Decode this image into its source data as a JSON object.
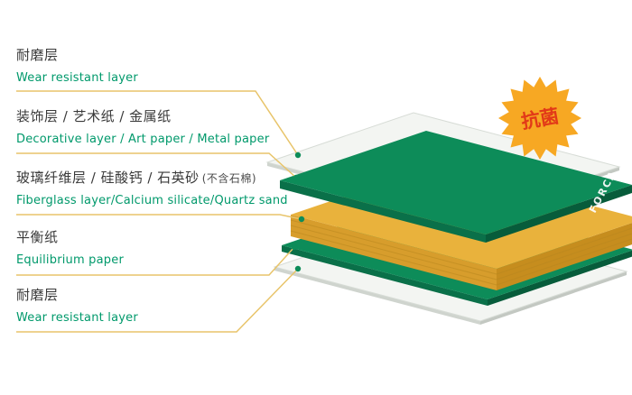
{
  "badge": {
    "label": "抗菌"
  },
  "brand": {
    "name": "FORCA"
  },
  "labels": [
    {
      "zh": "耐磨层",
      "note": "",
      "en": "Wear resistant layer"
    },
    {
      "zh": "装饰层 / 艺术纸 / 金属纸",
      "note": "",
      "en": "Decorative layer / Art paper / Metal paper"
    },
    {
      "zh": "玻璃纤维层 / 硅酸钙 / 石英砂",
      "note": "(不含石棉)",
      "en": "Fiberglass layer/Calcium silicate/Quartz sand"
    },
    {
      "zh": "平衡纸",
      "note": "",
      "en": "Equilibrium paper"
    },
    {
      "zh": "耐磨层",
      "note": "",
      "en": "Wear resistant layer"
    }
  ],
  "layers": [
    {
      "name": "wear-resistant-top",
      "color": "#f3f5f2"
    },
    {
      "name": "decorative-layer",
      "color": "#0d8c59"
    },
    {
      "name": "fiberglass-core",
      "color": "#e9b23c"
    },
    {
      "name": "equilibrium-paper",
      "color": "#0d8c59"
    },
    {
      "name": "wear-resistant-bottom",
      "color": "#f3f5f2"
    }
  ],
  "colors": {
    "label_zh": "#3a3a3a",
    "label_en": "#00996b",
    "leader": "#e8c46a",
    "dot": "#0d8c59",
    "green_side_l": "#0a7049",
    "green_side_r": "#075c3b",
    "gold_side_l": "#d79d2c",
    "gold_side_r": "#c68d1e",
    "white_side_l": "#cfd4ce",
    "white_side_r": "#c3c8c2",
    "badge_fill": "#f7a823",
    "badge_text": "#e23a18",
    "brand_text": "#ffffff"
  }
}
